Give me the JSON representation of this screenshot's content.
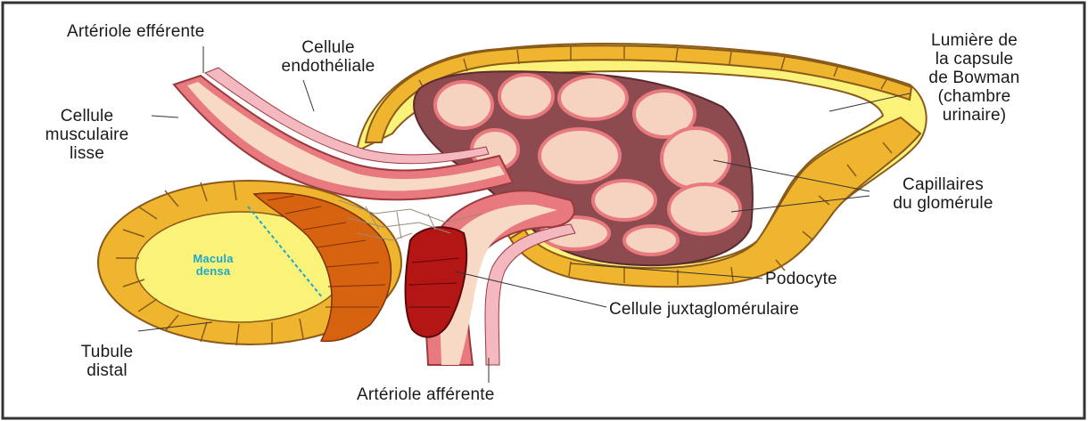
{
  "colors": {
    "capsule_cells": "#f0b52e",
    "capsule_outline": "#8a5a1a",
    "urinary_space": "#fbf27a",
    "artery_wall": "#e8797e",
    "artery_lumen": "#f7d9c6",
    "capillary_fill": "#f5d3c0",
    "mesangium": "#8d4a4f",
    "endothelium": "#f3b8c0",
    "macula_densa": "#d7620f",
    "juxtaglomerular": "#b41616",
    "macula_label": "#1fa7c9",
    "text": "#1a1a1a"
  },
  "labels": {
    "arteriole_efferente": "Artériole efférente",
    "cellule_endotheliale": "Cellule\nendothéliale",
    "cellule_musculaire_lisse": "Cellule\nmusculaire\nlisse",
    "lumiere_capsule": "Lumière de\nla capsule\nde Bowman\n(chambre\nurinaire)",
    "capillaires_glomerule": "Capillaires\ndu glomérule",
    "macula_densa": "Macula\ndensa",
    "podocyte": "Podocyte",
    "cellule_juxtaglomerulaire": "Cellule juxtaglomérulaire",
    "tubule_distal": "Tubule\ndistal",
    "arteriole_afferente": "Artériole afférente"
  }
}
